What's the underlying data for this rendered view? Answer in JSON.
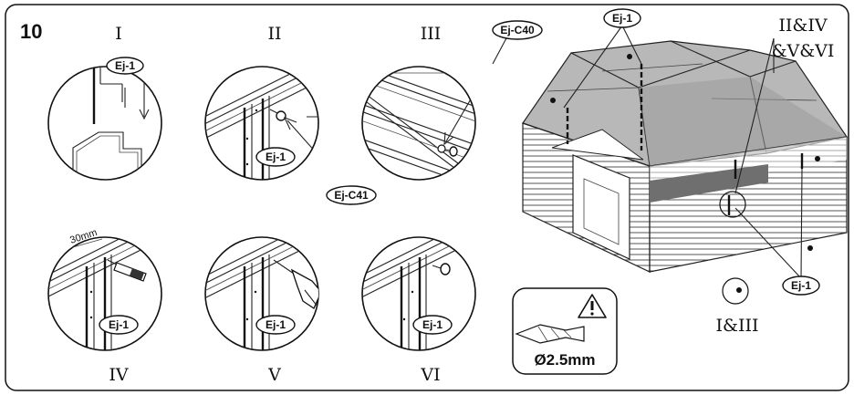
{
  "step_number": "10",
  "panels": {
    "p1": {
      "roman": "I",
      "part": "Ej-1"
    },
    "p2": {
      "roman": "II",
      "part": "Ej-1",
      "callout": "Ej-C41"
    },
    "p3": {
      "roman": "III",
      "callout": "Ej-C40"
    },
    "p4": {
      "roman": "IV",
      "part": "Ej-1",
      "dimension": "30mm"
    },
    "p5": {
      "roman": "V",
      "part": "Ej-1"
    },
    "p6": {
      "roman": "VI",
      "part": "Ej-1"
    }
  },
  "overview": {
    "top_part": "Ej-1",
    "label_right_line1": "II&IV",
    "label_right_line2": "&V&VI",
    "label_bottom": "I&III",
    "bottom_part": "Ej-1"
  },
  "drill_box": {
    "diameter": "Ø2.5mm",
    "warning_icon": "warning-triangle-icon"
  }
}
